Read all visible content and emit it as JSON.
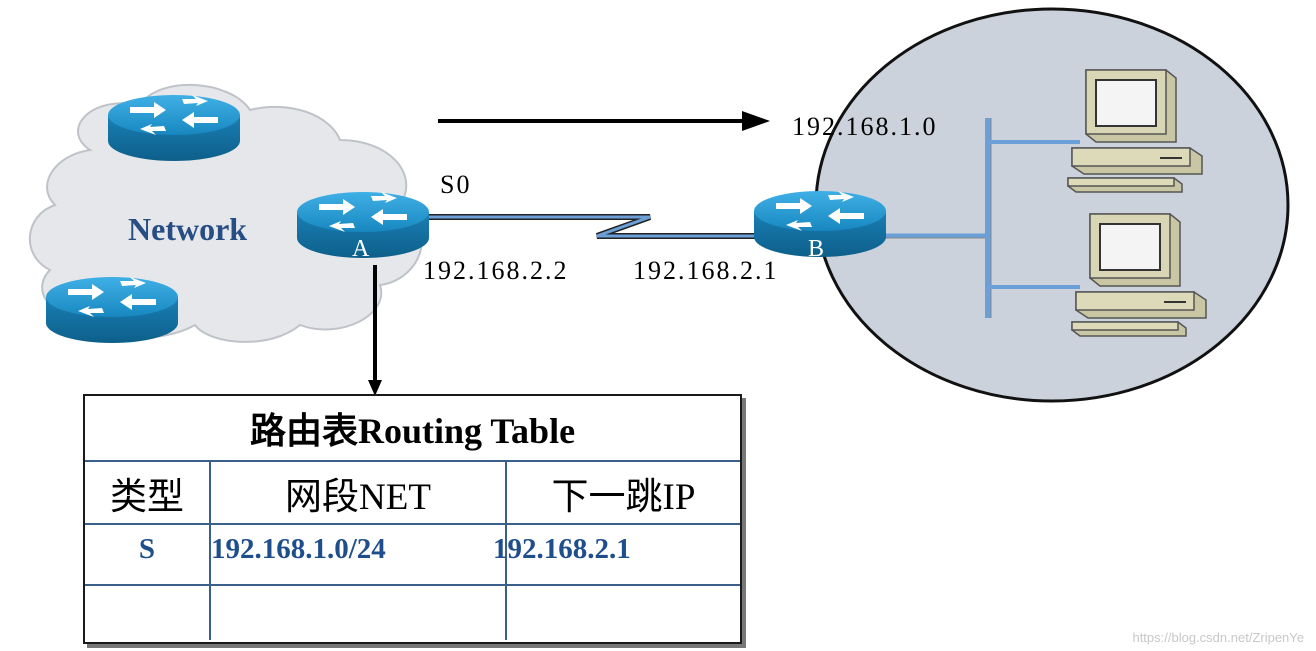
{
  "diagram": {
    "cloud_label": "Network",
    "router_a_label": "A",
    "router_b_label": "B",
    "interface_label": "S0",
    "ip_router_a": "192.168.2.2",
    "ip_router_b": "192.168.2.1",
    "destination_network": "192.168.1.0"
  },
  "routing_table": {
    "title": "路由表Routing Table",
    "headers": [
      "类型",
      "网段NET",
      "下一跳IP"
    ],
    "rows": [
      {
        "type": "S",
        "net": "192.168.1.0/24",
        "next_hop": "192.168.2.1"
      },
      {
        "type": "",
        "net": "",
        "next_hop": ""
      }
    ]
  },
  "watermark": "https://blog.csdn.net/ZripenYe",
  "colors": {
    "router_blue": "#1d8fc4",
    "link_blue": "#6a9fd8",
    "lan_ellipse": "#cbd2dc",
    "table_text": "#1f4e8c"
  }
}
